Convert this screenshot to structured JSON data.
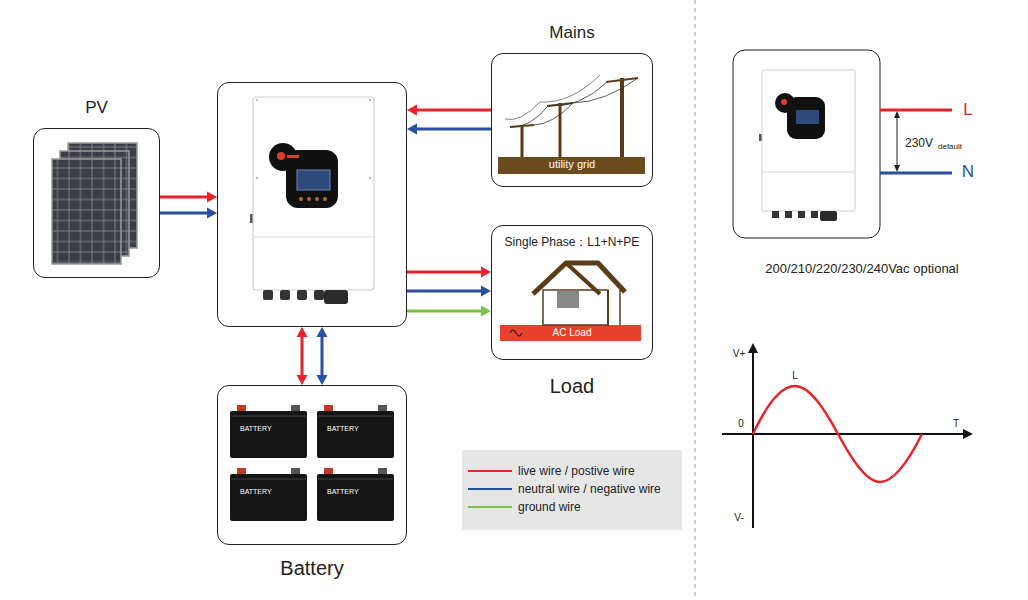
{
  "diagram": {
    "nodes": [
      {
        "text": [
          "PV"
        ]
      },
      {
        "text": []
      },
      {
        "text": [
          "Mains",
          "utility grid"
        ]
      },
      {
        "text": [
          "Single Phase：L1+N+PE",
          "AC Load",
          "Load"
        ]
      },
      {
        "text": [
          "BATTERY",
          "BATTERY",
          "BATTERY",
          "BATTERY",
          "Battery"
        ]
      }
    ],
    "edges": [
      {
        "from": 0,
        "to": 1,
        "arrow": "to"
      },
      {
        "from": 0,
        "to": 1,
        "arrow": "to"
      },
      {
        "from": 2,
        "to": 1,
        "arrow": "to"
      },
      {
        "from": 2,
        "to": 1,
        "arrow": "to"
      },
      {
        "from": 1,
        "to": 3,
        "arrow": "to"
      },
      {
        "from": 1,
        "to": 3,
        "arrow": "to"
      },
      {
        "from": 1,
        "to": 3,
        "arrow": "to"
      },
      {
        "from": 1,
        "to": 4,
        "arrow": "both"
      },
      {
        "from": 1,
        "to": 4,
        "arrow": "both"
      }
    ],
    "labels": [
      "L",
      "230V",
      "default",
      "N",
      "200/210/220/230/240Vac optional",
      "V+",
      "L",
      "0",
      "T",
      "V-"
    ],
    "legend": [
      {
        "text": "live wire / postive wire"
      },
      {
        "text": "neutral wire / negative wire"
      },
      {
        "text": "ground wire"
      }
    ]
  }
}
